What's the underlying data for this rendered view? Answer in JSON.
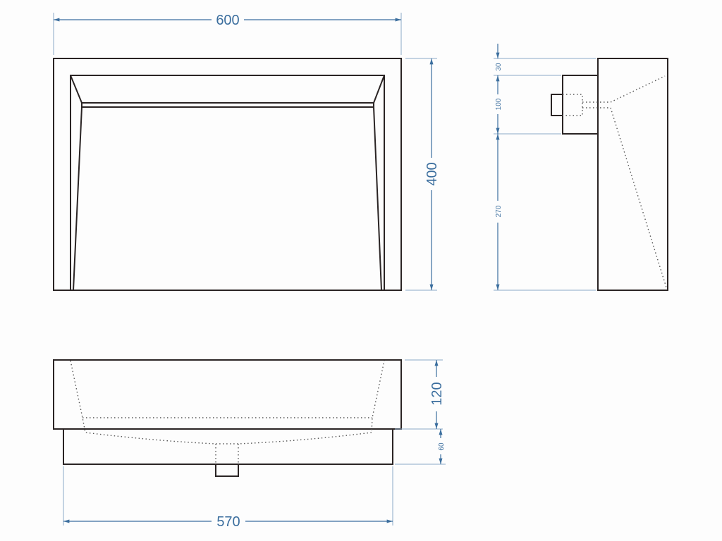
{
  "title": "Washbasin technical drawing",
  "dimensions": {
    "top_width": "600",
    "top_depth": "400",
    "side_top_offset": "30",
    "side_overflow_height": "100",
    "side_lower_height": "270",
    "front_bowl_height": "120",
    "front_base_height": "60",
    "front_base_width": "570"
  },
  "colors": {
    "dimension": "#3b6e9e",
    "outline": "#2a2424"
  }
}
